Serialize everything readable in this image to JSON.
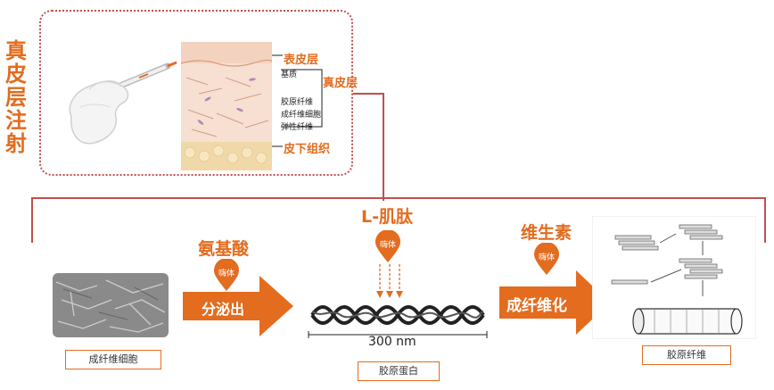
{
  "title_vertical": [
    "真",
    "皮",
    "层",
    "注",
    "射"
  ],
  "skin_diagram": {
    "epidermis": "表皮层",
    "matrix": "基质",
    "dermis": "真皮层",
    "collagen_fiber": "胶原纤维",
    "fibroblast": "成纤维细胞",
    "elastic_fiber": "弹性纤维",
    "subcutaneous": "皮下组织"
  },
  "steps": {
    "amino_acid": "氨基酸",
    "enzyme": "嗨体",
    "secrete": "分泌出",
    "l_peptide": "L-肌肽",
    "vitamin": "维生素",
    "fibrosis": "成纤维化",
    "scale": "300 nm"
  },
  "captions": {
    "fibroblast": "成纤维细胞",
    "collagen": "胶原蛋白",
    "collagen_fiber": "胶原纤维"
  },
  "colors": {
    "accent": "#e36c1f",
    "dotted_border": "#c0504d",
    "connector": "#c0504d"
  }
}
